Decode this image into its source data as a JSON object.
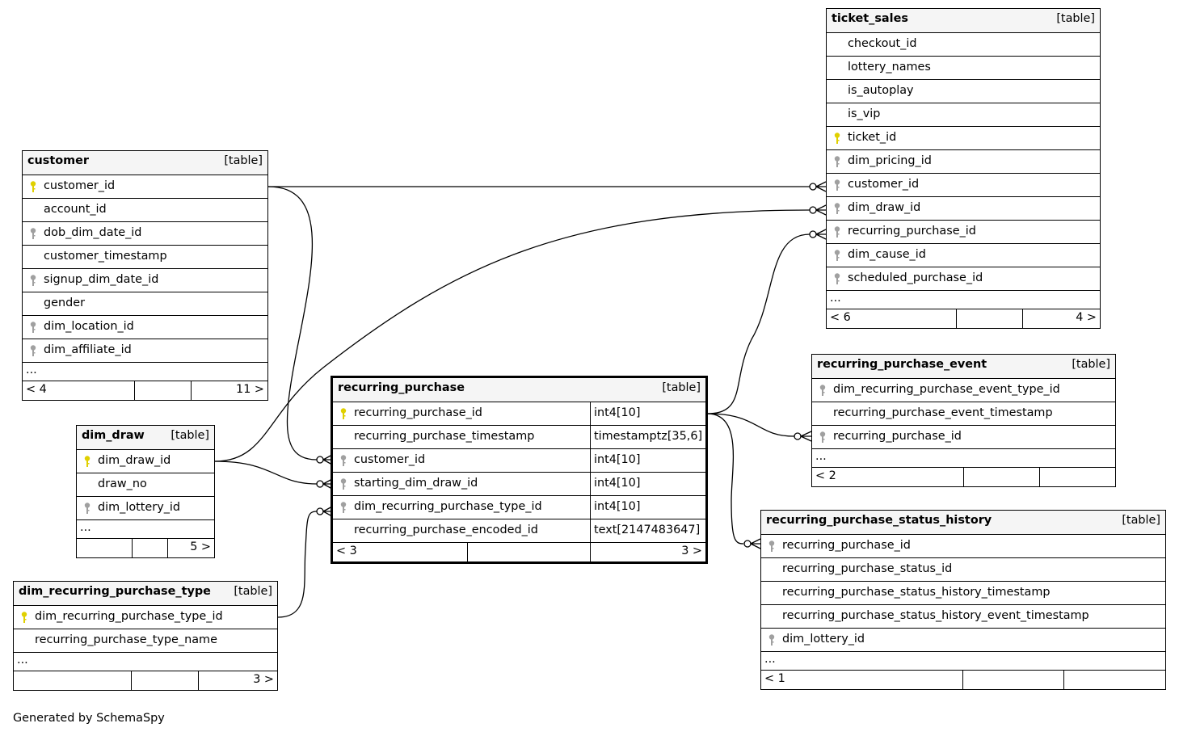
{
  "colors": {
    "primary_key": "#e0d000",
    "foreign_key": "#a0a0a0",
    "header_bg": "#f5f5f5",
    "line": "#000000"
  },
  "tables": {
    "customer": {
      "name": "customer",
      "type": "[table]",
      "columns": [
        {
          "name": "customer_id",
          "key": "pk"
        },
        {
          "name": "account_id",
          "key": ""
        },
        {
          "name": "dob_dim_date_id",
          "key": "fk"
        },
        {
          "name": "customer_timestamp",
          "key": ""
        },
        {
          "name": "signup_dim_date_id",
          "key": "fk"
        },
        {
          "name": "gender",
          "key": ""
        },
        {
          "name": "dim_location_id",
          "key": "fk"
        },
        {
          "name": "dim_affiliate_id",
          "key": "fk"
        }
      ],
      "more": "...",
      "footer_left": "< 4",
      "footer_right": "11 >"
    },
    "dim_draw": {
      "name": "dim_draw",
      "type": "[table]",
      "columns": [
        {
          "name": "dim_draw_id",
          "key": "pk"
        },
        {
          "name": "draw_no",
          "key": ""
        },
        {
          "name": "dim_lottery_id",
          "key": "fk"
        }
      ],
      "more": "...",
      "footer_left": "",
      "footer_right": "5 >"
    },
    "dim_recurring_purchase_type": {
      "name": "dim_recurring_purchase_type",
      "type": "[table]",
      "columns": [
        {
          "name": "dim_recurring_purchase_type_id",
          "key": "pk"
        },
        {
          "name": "recurring_purchase_type_name",
          "key": ""
        }
      ],
      "more": "...",
      "footer_left": "",
      "footer_right": "3 >"
    },
    "recurring_purchase": {
      "name": "recurring_purchase",
      "type": "[table]",
      "columns": [
        {
          "name": "recurring_purchase_id",
          "key": "pk",
          "type": "int4[10]"
        },
        {
          "name": "recurring_purchase_timestamp",
          "key": "",
          "type": "timestamptz[35,6]"
        },
        {
          "name": "customer_id",
          "key": "fk",
          "type": "int4[10]"
        },
        {
          "name": "starting_dim_draw_id",
          "key": "fk",
          "type": "int4[10]"
        },
        {
          "name": "dim_recurring_purchase_type_id",
          "key": "fk",
          "type": "int4[10]"
        },
        {
          "name": "recurring_purchase_encoded_id",
          "key": "",
          "type": "text[2147483647]"
        }
      ],
      "footer_left": "< 3",
      "footer_right": "3 >"
    },
    "ticket_sales": {
      "name": "ticket_sales",
      "type": "[table]",
      "columns": [
        {
          "name": "checkout_id",
          "key": ""
        },
        {
          "name": "lottery_names",
          "key": ""
        },
        {
          "name": "is_autoplay",
          "key": ""
        },
        {
          "name": "is_vip",
          "key": ""
        },
        {
          "name": "ticket_id",
          "key": "pk"
        },
        {
          "name": "dim_pricing_id",
          "key": "fk"
        },
        {
          "name": "customer_id",
          "key": "fk"
        },
        {
          "name": "dim_draw_id",
          "key": "fk"
        },
        {
          "name": "recurring_purchase_id",
          "key": "fk"
        },
        {
          "name": "dim_cause_id",
          "key": "fk"
        },
        {
          "name": "scheduled_purchase_id",
          "key": "fk"
        }
      ],
      "more": "...",
      "footer_left": "< 6",
      "footer_right": "4 >"
    },
    "recurring_purchase_event": {
      "name": "recurring_purchase_event",
      "type": "[table]",
      "columns": [
        {
          "name": "dim_recurring_purchase_event_type_id",
          "key": "fk"
        },
        {
          "name": "recurring_purchase_event_timestamp",
          "key": ""
        },
        {
          "name": "recurring_purchase_id",
          "key": "fk"
        }
      ],
      "more": "...",
      "footer_left": "< 2",
      "footer_right": ""
    },
    "recurring_purchase_status_history": {
      "name": "recurring_purchase_status_history",
      "type": "[table]",
      "columns": [
        {
          "name": "recurring_purchase_id",
          "key": "fk"
        },
        {
          "name": "recurring_purchase_status_id",
          "key": ""
        },
        {
          "name": "recurring_purchase_status_history_timestamp",
          "key": ""
        },
        {
          "name": "recurring_purchase_status_history_event_timestamp",
          "key": ""
        },
        {
          "name": "dim_lottery_id",
          "key": "fk"
        }
      ],
      "more": "...",
      "footer_left": "< 1",
      "footer_right": ""
    }
  },
  "relationships": [
    {
      "from": "customer.customer_id",
      "to": "ticket_sales.customer_id"
    },
    {
      "from": "customer.customer_id",
      "to": "recurring_purchase.customer_id"
    },
    {
      "from": "dim_draw.dim_draw_id",
      "to": "ticket_sales.dim_draw_id"
    },
    {
      "from": "dim_draw.dim_draw_id",
      "to": "recurring_purchase.starting_dim_draw_id"
    },
    {
      "from": "dim_recurring_purchase_type.dim_recurring_purchase_type_id",
      "to": "recurring_purchase.dim_recurring_purchase_type_id"
    },
    {
      "from": "recurring_purchase.recurring_purchase_id",
      "to": "ticket_sales.recurring_purchase_id"
    },
    {
      "from": "recurring_purchase.recurring_purchase_id",
      "to": "recurring_purchase_event.recurring_purchase_id"
    },
    {
      "from": "recurring_purchase.recurring_purchase_id",
      "to": "recurring_purchase_status_history.recurring_purchase_id"
    }
  ],
  "footer_note": "Generated by SchemaSpy"
}
